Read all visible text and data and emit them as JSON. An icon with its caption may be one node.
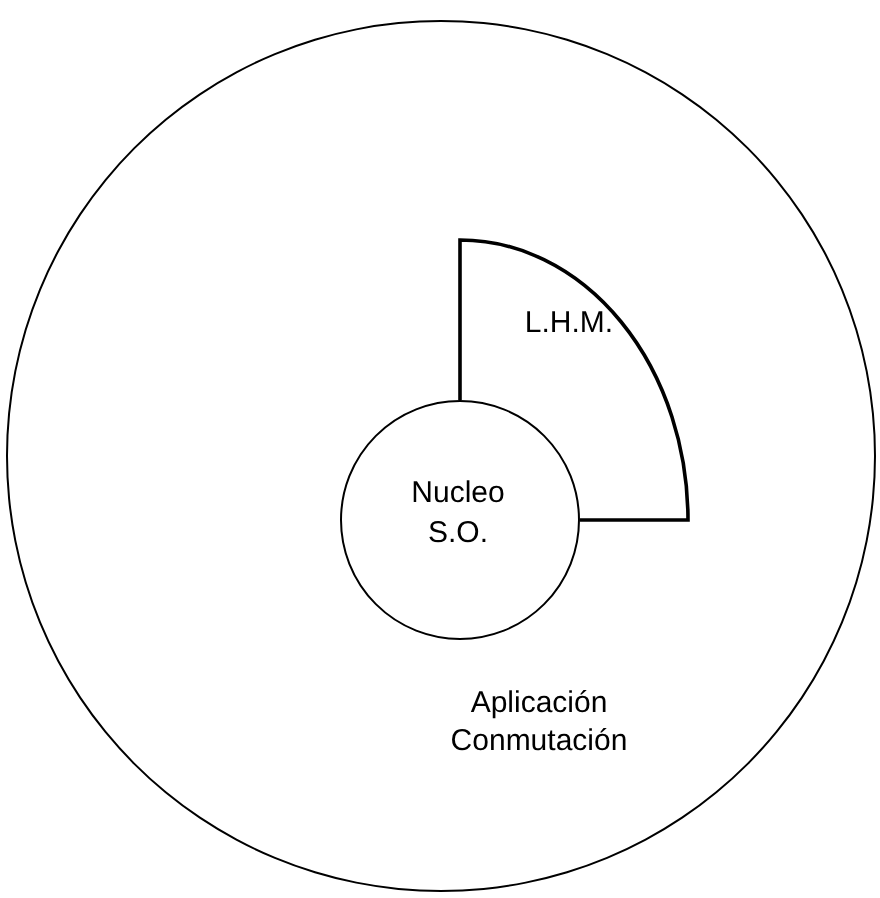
{
  "diagram": {
    "nodes": [
      {
        "text": [
          "Aplicación Conmutación"
        ]
      },
      {
        "text": [
          "L.H.M."
        ],
        "in": 0
      },
      {
        "text": [
          "Nucleo S.O."
        ],
        "in": 0
      }
    ]
  }
}
